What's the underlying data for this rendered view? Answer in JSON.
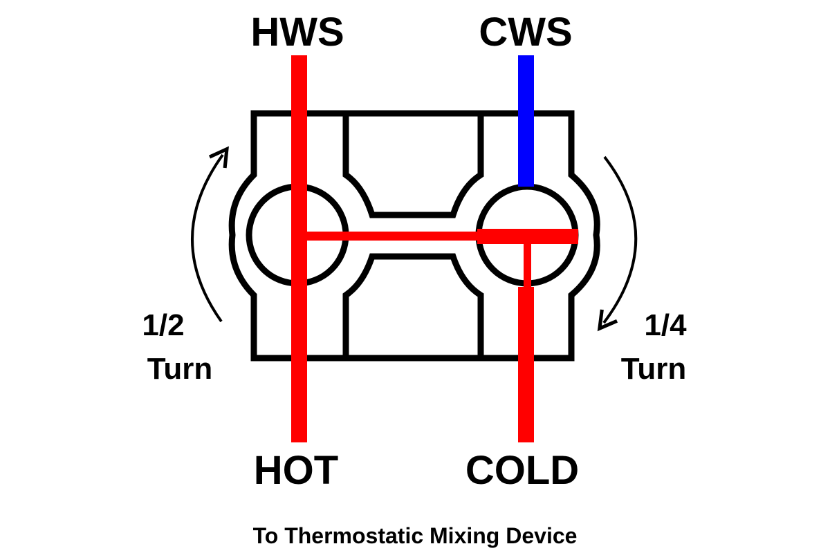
{
  "labels": {
    "hws": "HWS",
    "cws": "CWS",
    "hot": "HOT",
    "cold": "COLD",
    "left_turn_fraction": "1/2",
    "left_turn_word": "Turn",
    "right_turn_fraction": "1/4",
    "right_turn_word": "Turn",
    "caption": "To Thermostatic Mixing Device"
  },
  "colors": {
    "hot": "#ff0000",
    "cold": "#0000ff",
    "outline": "#000000"
  }
}
